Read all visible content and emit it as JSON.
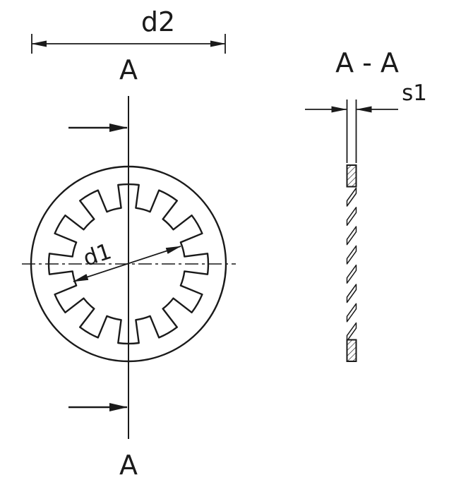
{
  "drawing": {
    "front_view": {
      "outer_diameter_label": "d2",
      "inner_diameter_label": "d1",
      "section_label_top": "A",
      "section_label_bottom": "A"
    },
    "section_view": {
      "title": "A - A",
      "thickness_label": "s1"
    },
    "colors": {
      "line": "#1a1a1a",
      "background": "#ffffff"
    }
  }
}
